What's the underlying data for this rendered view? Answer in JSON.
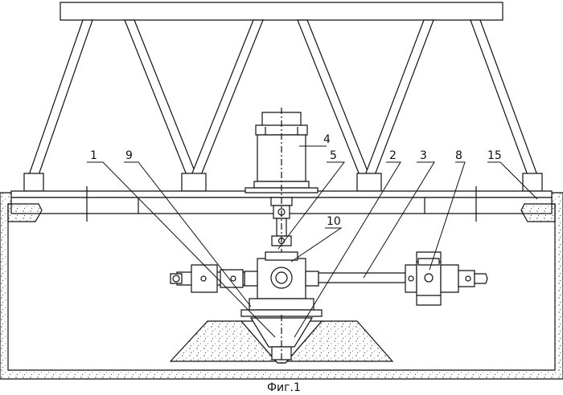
{
  "figure": {
    "caption": "Фиг.1",
    "labels": {
      "l1": "1",
      "l2": "2",
      "l3": "3",
      "l4": "4",
      "l5": "5",
      "l8": "8",
      "l9": "9",
      "l10": "10",
      "l15": "15"
    }
  },
  "colors": {
    "ink": "#111111",
    "paper": "#ffffff",
    "concrete_dot": "#444444"
  }
}
